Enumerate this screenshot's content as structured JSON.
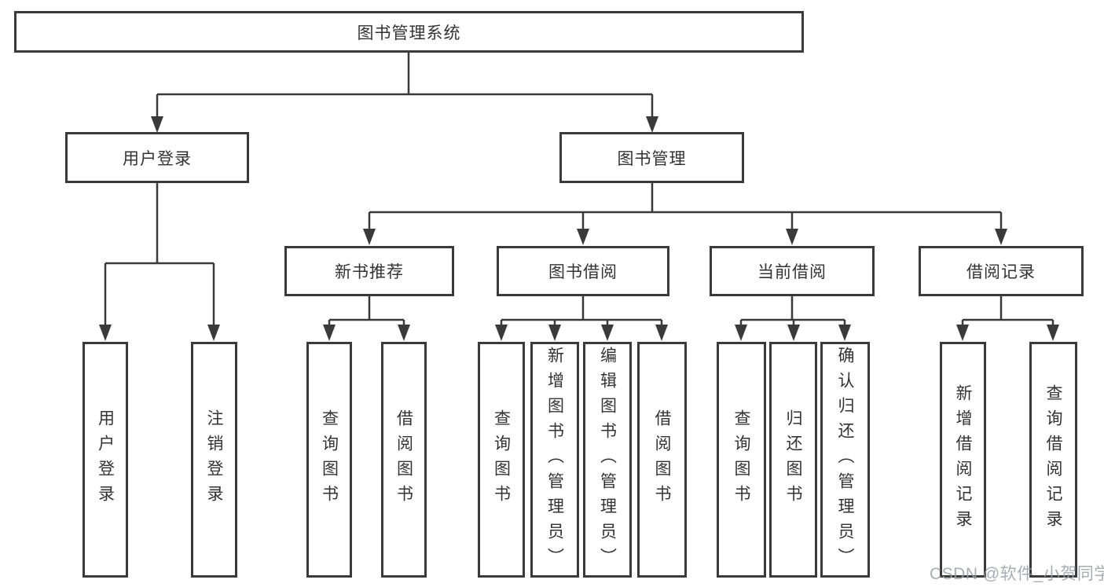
{
  "nodes": {
    "root": "图书管理系统",
    "user_login": "用户登录",
    "book_mgmt": "图书管理",
    "new_books": "新书推荐",
    "book_borrow": "图书借阅",
    "current_borrow": "当前借阅",
    "borrow_records": "借阅记录",
    "leaf_user_login": "用户登录",
    "leaf_logout": "注销登录",
    "leaf_nb_query": "查询图书",
    "leaf_nb_borrow": "借阅图书",
    "leaf_bb_query": "查询图书",
    "leaf_bb_add": "新增图书（管理员）",
    "leaf_bb_edit": "编辑图书（管理员）",
    "leaf_bb_borrow": "借阅图书",
    "leaf_cb_query": "查询图书",
    "leaf_cb_return": "归还图书",
    "leaf_cb_confirm": "确认归还（管理员）",
    "leaf_br_add": "新增借阅记录",
    "leaf_br_query": "查询借阅记录"
  },
  "watermark": "CSDN @软件_小贺同学",
  "colors": {
    "line": "#3a3a3a",
    "text": "#333333",
    "background": "#ffffff",
    "watermark": "#9a9fa5"
  }
}
